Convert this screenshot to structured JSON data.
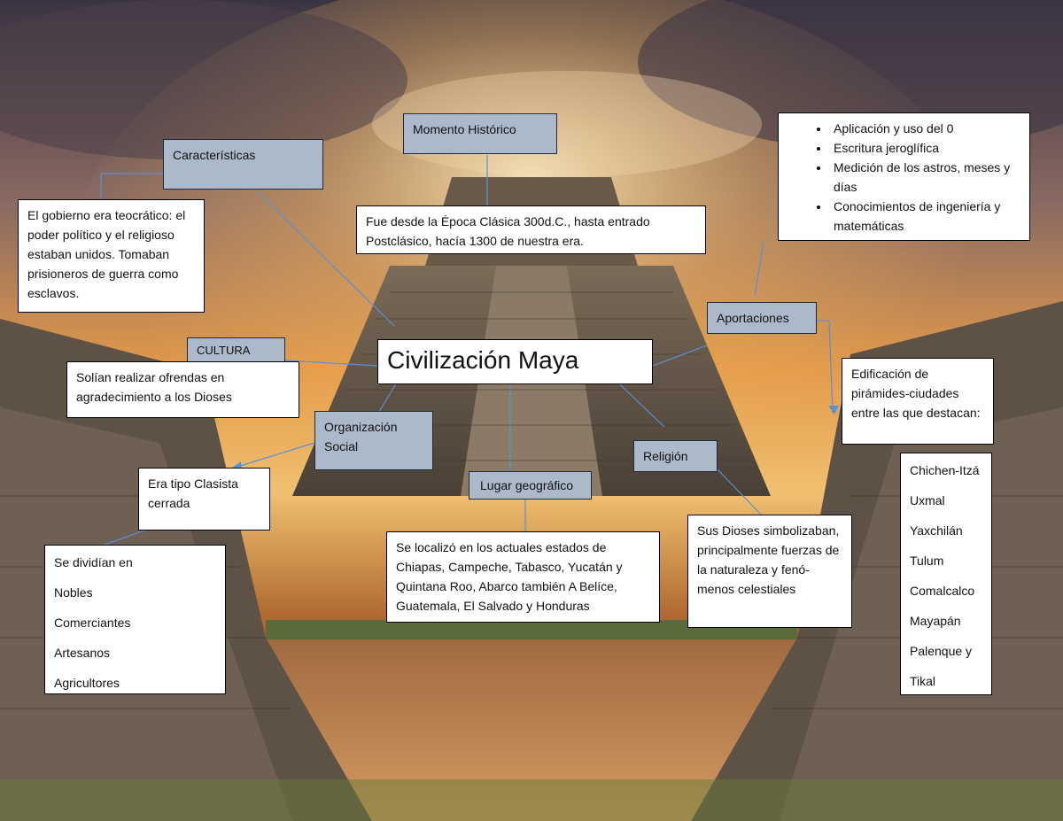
{
  "title": "Civilización Maya",
  "headers": {
    "caracteristicas": "Características",
    "momento": "Momento Histórico",
    "cultura": "CULTURA",
    "organizacion": "Organización Social",
    "lugar": "Lugar geográfico",
    "religion": "Religión",
    "aportaciones": "Aportaciones"
  },
  "texts": {
    "gobierno": "El gobierno era teocrático: el poder político y el religioso estaban unidos. Tomaban prisioneros de guerra como esclavos.",
    "epoca": "Fue desde la Época Clásica 300d.C., hasta entrado Postclásico, hacía 1300 de nuestra era.",
    "ofrendas": "Solían realizar ofrendas en agradecimiento a los Dioses",
    "clasista": "Era tipo Clasista cerrada",
    "localizo": "Se localizó en los actuales estados de Chiapas, Campeche, Tabasco, Yucatán y Quintana Roo, Abarco también A Belíce, Guatemala, El Salvado y Honduras",
    "dioses": "Sus Dioses simbolizaban, principalmente fuerzas de la naturaleza y fenó-menos celestiales",
    "edificacion": "Edificación de pirámides-ciudades entre las que destacan:"
  },
  "clases": [
    "Se dividían en",
    "Nobles",
    "Comerciantes",
    "Artesanos",
    "Agricultores"
  ],
  "ciudades": [
    "Chichen-Itzá",
    "Uxmal",
    "Yaxchilán",
    "Tulum",
    "Comalcalco",
    "Mayapán",
    "Palenque y",
    "Tikal"
  ],
  "aportaciones_list": [
    "Aplicación y uso del 0",
    "Escritura jeroglífica",
    "Medición de los astros, meses y días",
    "Conocimientos de ingeniería y matemáticas"
  ]
}
